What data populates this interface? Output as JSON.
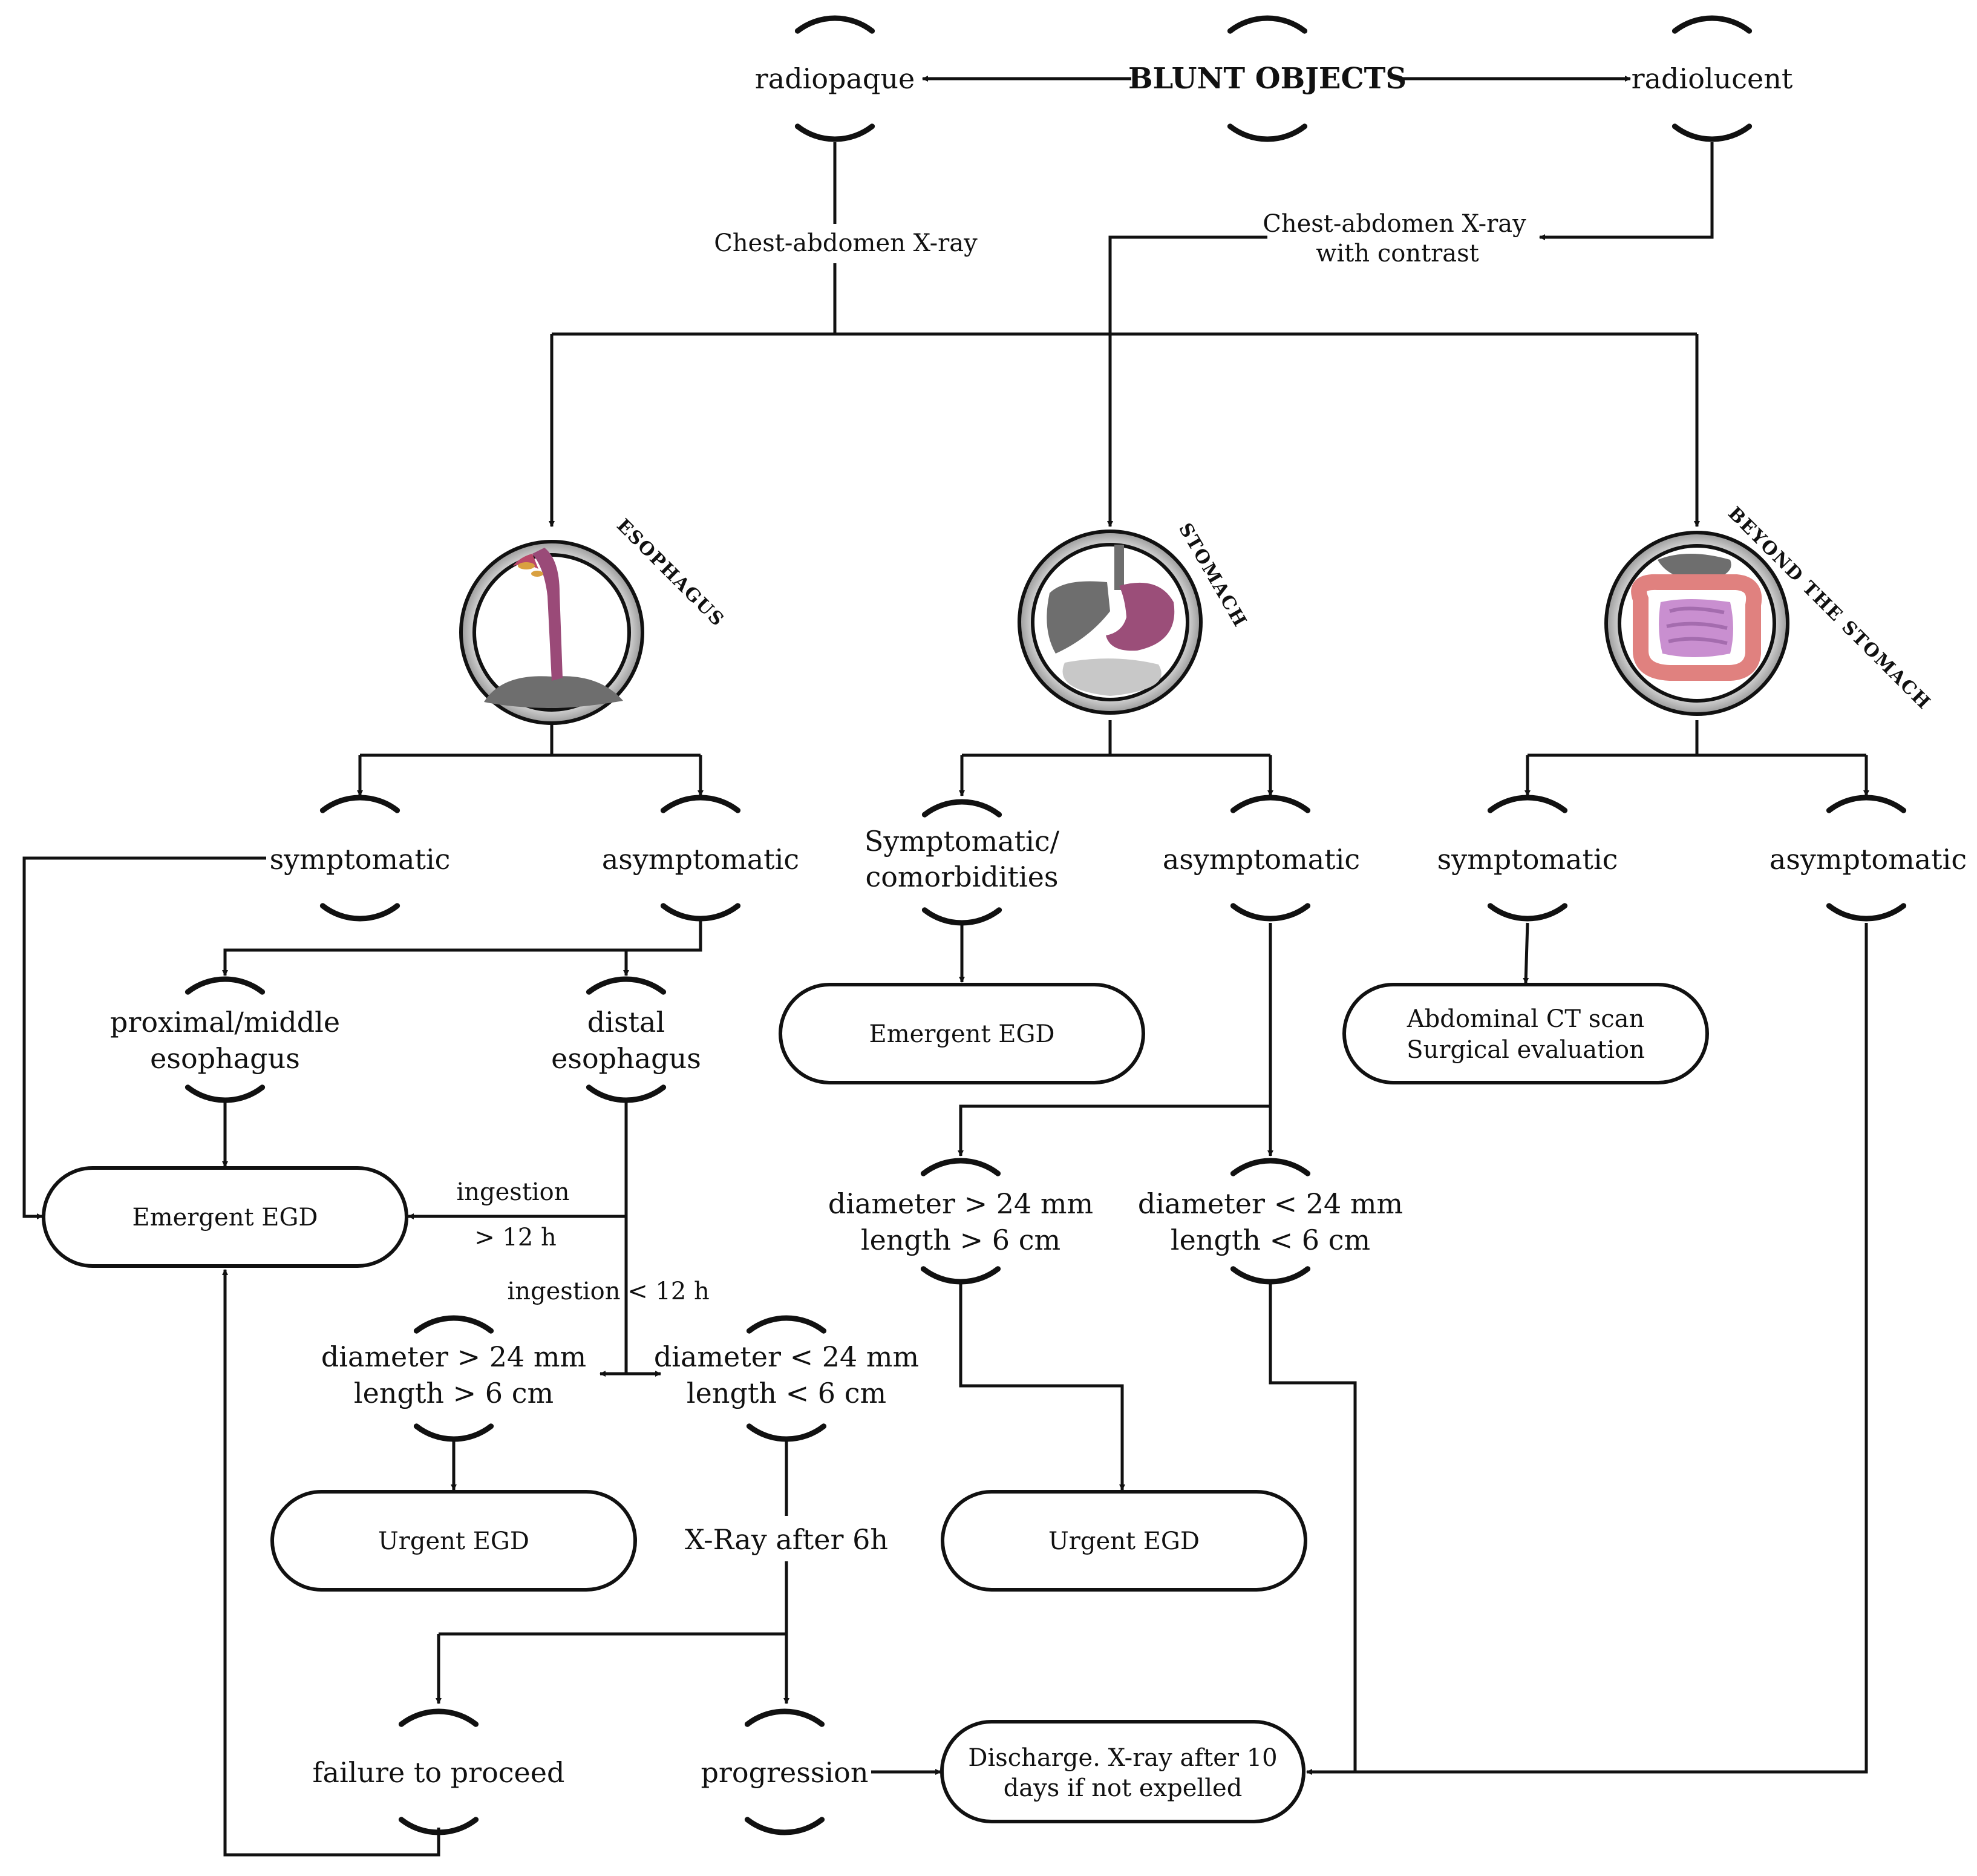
{
  "top": {
    "root": "BLUNT OBJECTS",
    "left": "radiopaque",
    "right": "radiolucent",
    "xray_left": "Chest-abdomen X-ray",
    "xray_right_1": "Chest-abdomen X-ray",
    "xray_right_2": "with contrast"
  },
  "organs": {
    "esophagus": "ESOPHAGUS",
    "stomach": "STOMACH",
    "beyond": "BEYOND THE STOMACH"
  },
  "esophagus": {
    "symptomatic": "symptomatic",
    "asymptomatic": "asymptomatic",
    "proximal_1": "proximal/middle",
    "proximal_2": "esophagus",
    "distal_1": "distal",
    "distal_2": "esophagus",
    "emergent": "Emergent EGD",
    "ingestion_gt_1": "ingestion",
    "ingestion_gt_2": "> 12 h",
    "ingestion_lt_1": "ingestion",
    "ingestion_lt_2": "< 12 h",
    "big_1": "diameter > 24 mm",
    "big_2": "length > 6 cm",
    "small_1": "diameter < 24 mm",
    "small_2": "length < 6 cm",
    "urgent": "Urgent EGD",
    "xray6h": "X-Ray after 6h",
    "failure": "failure to proceed",
    "progression": "progression"
  },
  "stomach": {
    "symptomatic_1": "Symptomatic/",
    "symptomatic_2": "comorbidities",
    "asymptomatic": "asymptomatic",
    "emergent": "Emergent EGD",
    "big_1": "diameter > 24 mm",
    "big_2": "length > 6 cm",
    "small_1": "diameter < 24 mm",
    "small_2": "length < 6 cm",
    "urgent": "Urgent EGD"
  },
  "beyond": {
    "symptomatic": "symptomatic",
    "asymptomatic": "asymptomatic",
    "ct_1": "Abdominal CT scan",
    "ct_2": "Surgical evaluation"
  },
  "discharge": {
    "line1": "Discharge. X-ray after 10",
    "line2": "days if not expelled"
  },
  "colors": {
    "line": "#111111",
    "organ_gray": "#6e6e6e",
    "organ_light": "#c8c8c8",
    "esophagus_mauve": "#9a4a78",
    "stomach_mauve": "#9b4e79",
    "intestine_pink": "#e0817f",
    "intestine_lilac": "#c98fd0"
  }
}
